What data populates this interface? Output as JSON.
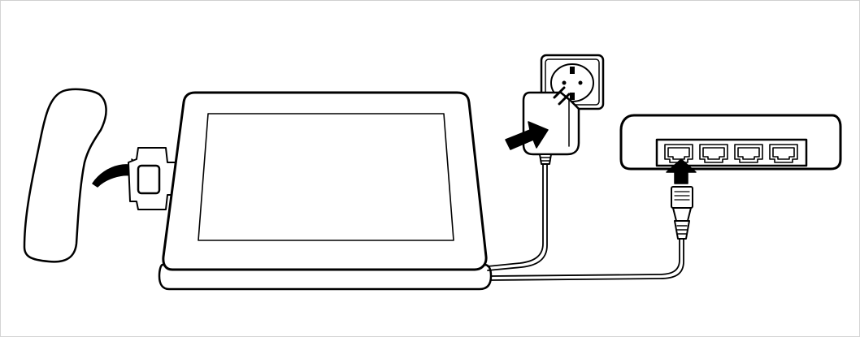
{
  "diagram": {
    "components": [
      {
        "id": "handset",
        "icon": "telephone-handset-icon"
      },
      {
        "id": "tablet",
        "icon": "tablet-display-icon"
      },
      {
        "id": "base",
        "icon": "tablet-stand-base-icon"
      },
      {
        "id": "side-connector",
        "icon": "handset-connector-icon"
      },
      {
        "id": "power-adapter",
        "icon": "power-adapter-icon"
      },
      {
        "id": "wall-socket",
        "icon": "wall-socket-icon"
      },
      {
        "id": "network-switch",
        "icon": "network-switch-icon",
        "ports": 4
      },
      {
        "id": "ethernet-plug",
        "icon": "rj45-plug-icon"
      }
    ],
    "arrows": [
      {
        "id": "connect-handset",
        "icon": "curved-arrow-icon"
      },
      {
        "id": "plug-power",
        "icon": "arrow-icon"
      },
      {
        "id": "plug-network",
        "icon": "arrow-up-icon"
      }
    ],
    "colors": {
      "stroke": "#000000",
      "fill": "#ffffff",
      "frame": "#d4d4d4"
    }
  }
}
